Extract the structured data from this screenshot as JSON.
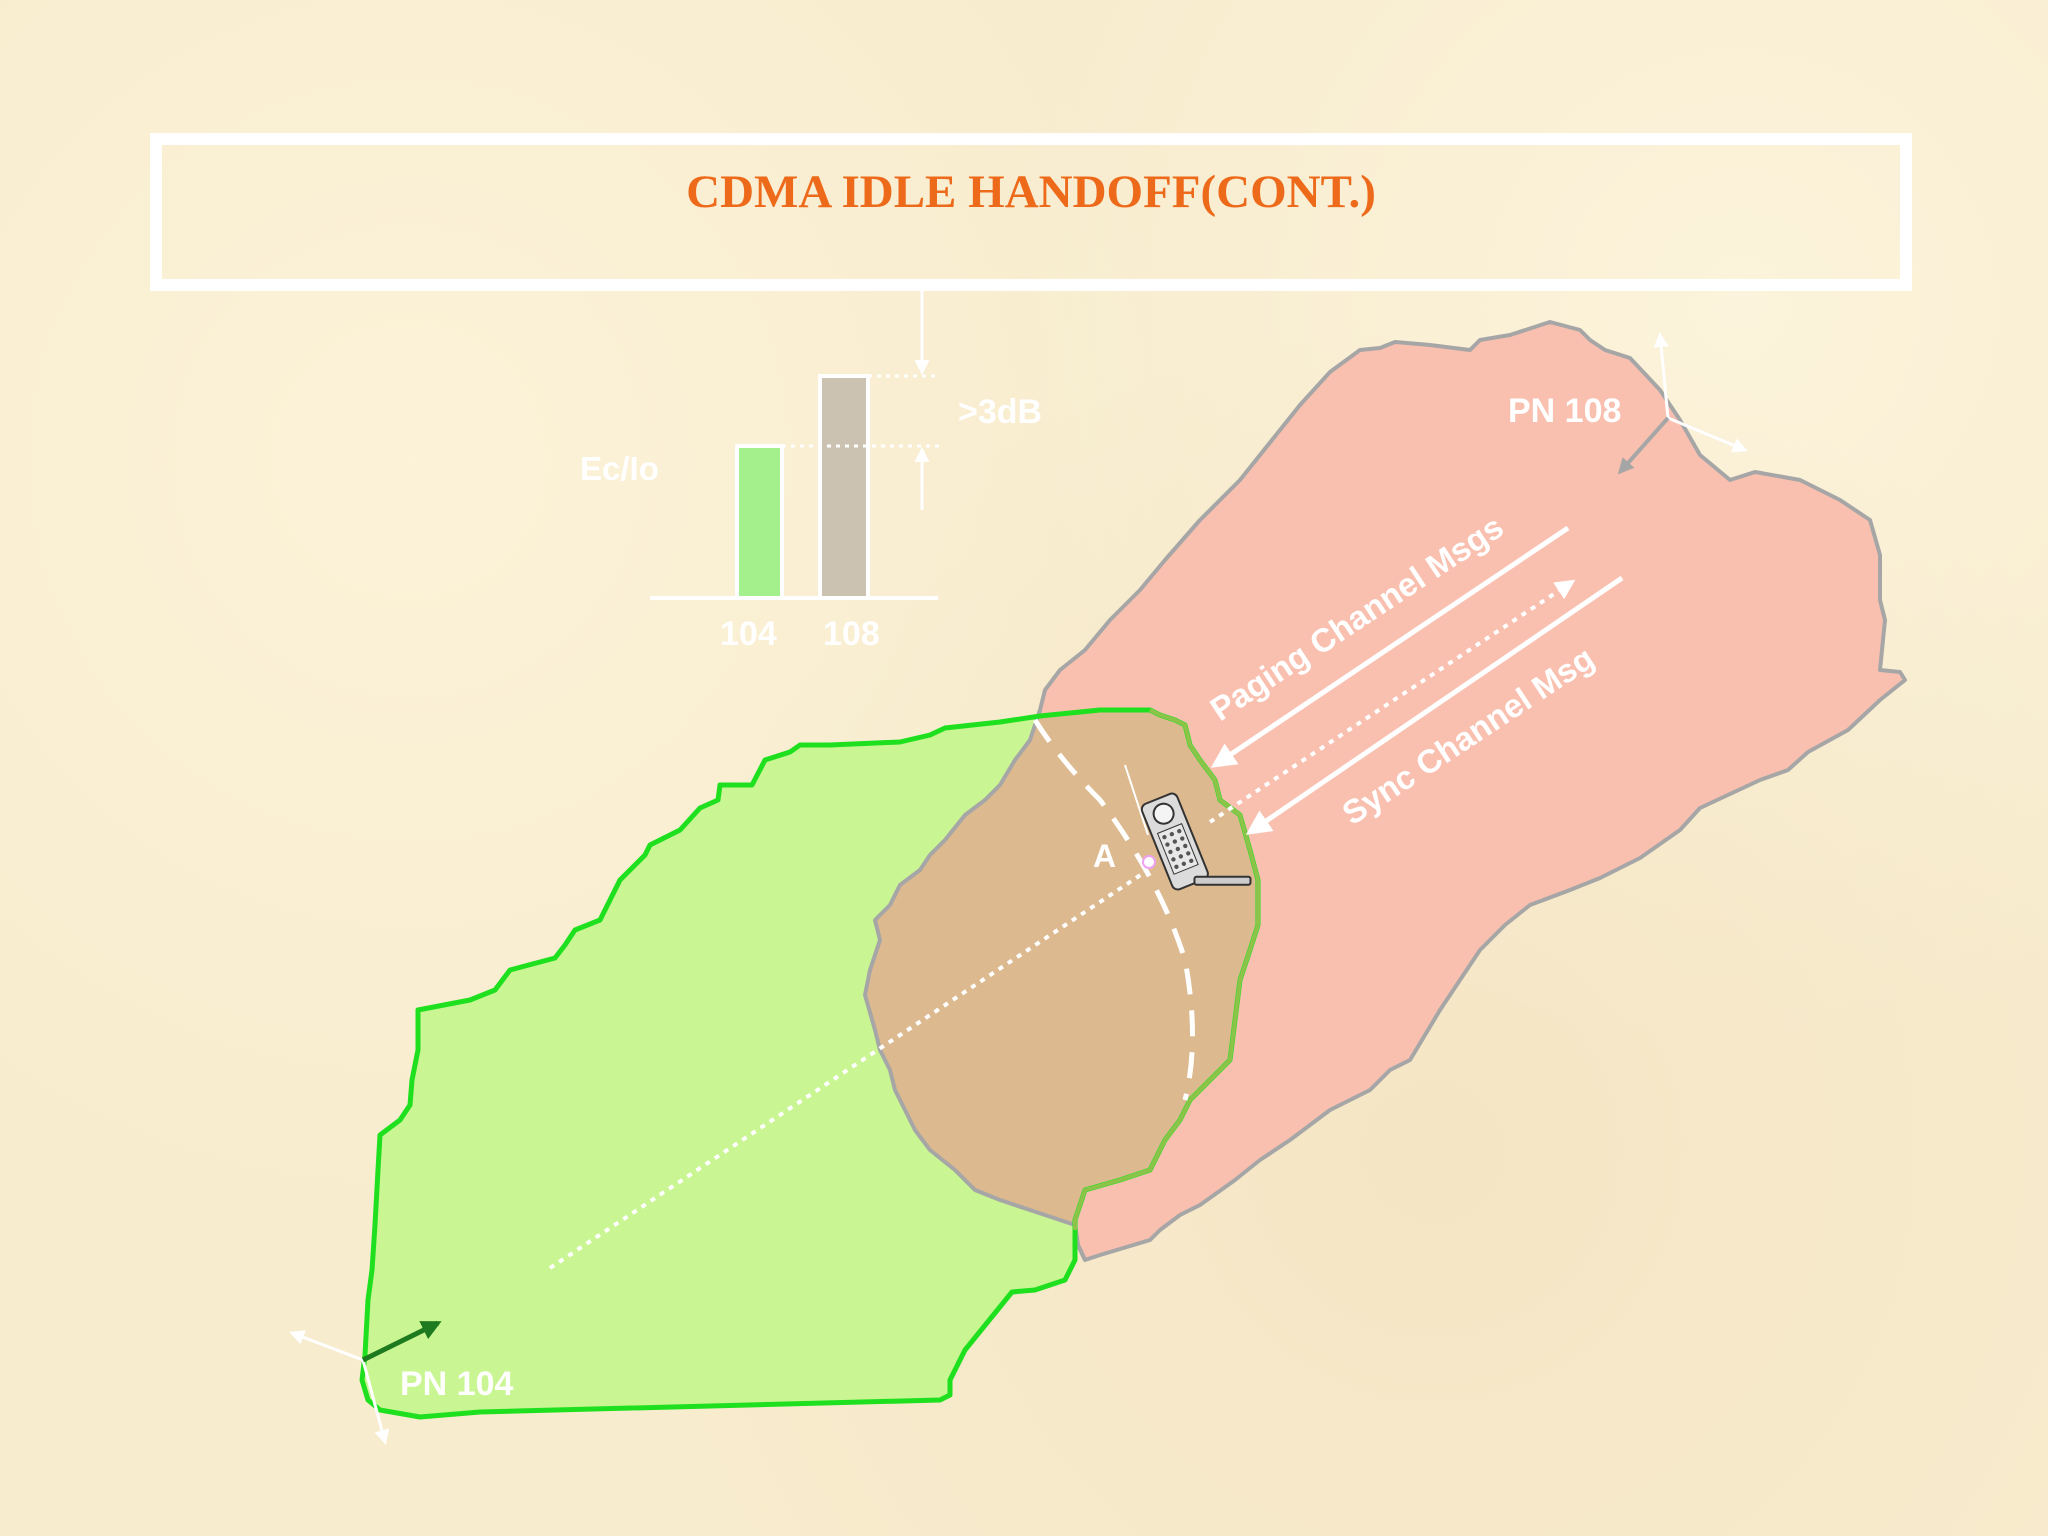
{
  "title": "CDMA IDLE HANDOFF(CONT.)",
  "chart": {
    "ylabel": "Ec/Io",
    "categories": [
      "104",
      "108"
    ],
    "threshold_label": ">3dB",
    "bar_colors": [
      "#a4f08c",
      "#cbc2b2"
    ]
  },
  "cells": [
    {
      "label": "PN 104",
      "color": "#c9f593",
      "border": "#1fe01f"
    },
    {
      "label": "PN 108",
      "color": "#f9c0b0",
      "border": "#a6a6a6"
    }
  ],
  "overlap_color": "#dcb98f",
  "point_label": "A",
  "messages": {
    "paging": "Paging Channel Msgs",
    "sync": "Sync Channel Msg"
  },
  "colors": {
    "background": "#f8ecce",
    "title": "#ee6a1b",
    "labels": "#ffffff"
  }
}
